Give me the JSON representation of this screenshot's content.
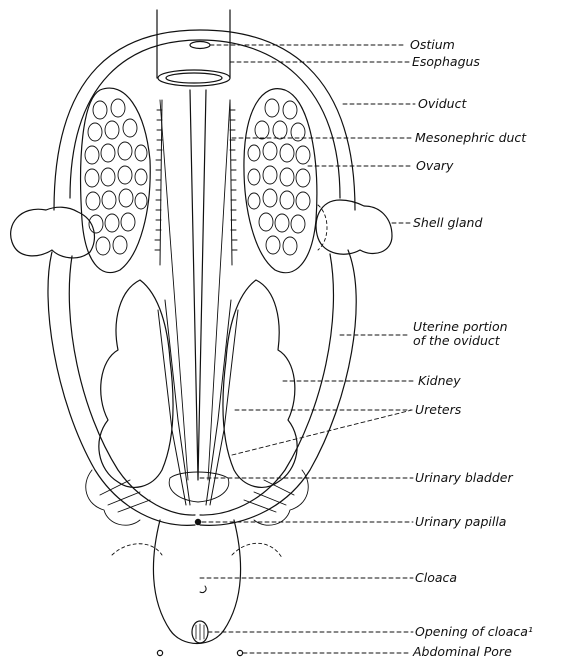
{
  "diagram": {
    "labels": {
      "ostium": "Ostium",
      "esophagus": "Esophagus",
      "oviduct": "Oviduct",
      "mesonephric_duct": "Mesonephric duct",
      "ovary": "Ovary",
      "shell_gland": "Shell gland",
      "uterine_line1": "Uterine portion",
      "uterine_line2": "of the oviduct",
      "kidney": "Kidney",
      "ureters": "Ureters",
      "urinary_bladder": "Urinary bladder",
      "urinary_papilla": "Urinary papilla",
      "cloaca": "Cloaca",
      "opening_of_cloaca": "Opening of cloaca¹",
      "abdominal_pore": "Abdominal Pore"
    },
    "colors": {
      "ink": "#111111",
      "paper": "#ffffff"
    }
  }
}
